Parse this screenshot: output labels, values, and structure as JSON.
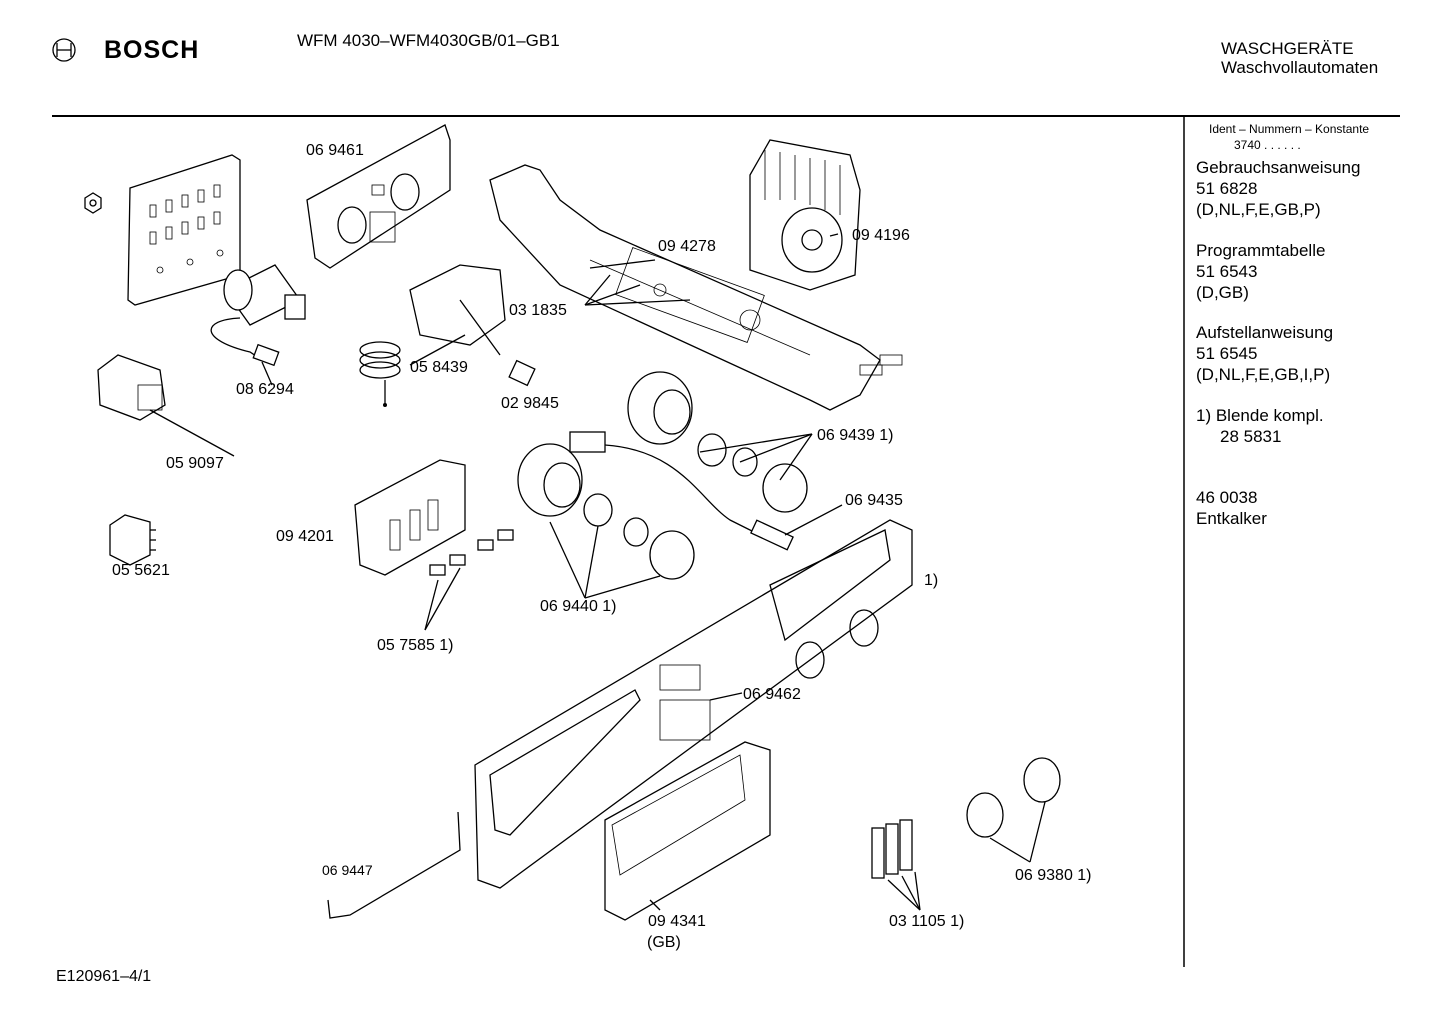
{
  "header": {
    "brand": "BOSCH",
    "model": "WFM 4030–WFM4030GB/01–GB1",
    "category_line1": "WASCHGERÄTE",
    "category_line2": "Waschvollautomaten"
  },
  "sidebar": {
    "ident_heading": "Ident – Nummern – Konstante",
    "ident_value": "3740 . . . . . .",
    "docs": [
      {
        "title": "Gebrauchsanweisung",
        "number": "51 6828",
        "langs": "(D,NL,F,E,GB,P)"
      },
      {
        "title": "Programmtabelle",
        "number": "51 6543",
        "langs": "(D,GB)"
      },
      {
        "title": "Aufstellanweisung",
        "number": "51 6545",
        "langs": "(D,NL,F,E,GB,I,P)"
      }
    ],
    "footnote": "1) Blende kompl.",
    "footnote_number": "28 5831",
    "descaler_number": "46 0038",
    "descaler_label": "Entkalker"
  },
  "parts": {
    "p069461": "06 9461",
    "p094278": "09 4278",
    "p094196": "09 4196",
    "p031835": "03 1835",
    "p058439": "05 8439",
    "p086294": "08 6294",
    "p029845": "02 9845",
    "p059097": "05 9097",
    "p069439": "06 9439 1)",
    "p069435": "06 9435",
    "p094201": "09 4201",
    "p055621": "05 5621",
    "p069440": "06 9440 1)",
    "p057585": "05 7585 1)",
    "p_panel": "1)",
    "p069462": "06 9462",
    "p069447": "06 9447",
    "p094341": "09 4341",
    "p094341_sub": "(GB)",
    "p031105": "03 1105 1)",
    "p069380": "06 9380 1)"
  },
  "footer": {
    "drawing_id": "E120961–4/1"
  }
}
